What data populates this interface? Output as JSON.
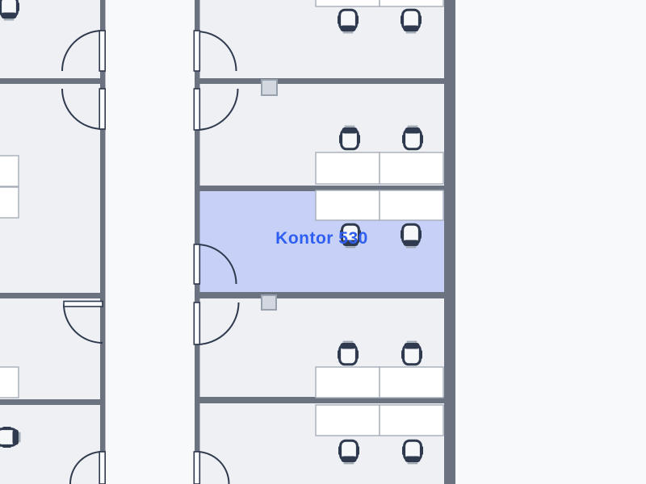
{
  "floorplan": {
    "type": "office-floor-plan",
    "selected_room": {
      "label": "Kontor 530",
      "highlighted": true
    },
    "colors": {
      "wall": "#6b7280",
      "room_floor": "#eef0f4",
      "corridor": "#f8f9fb",
      "selected_room_fill": "#c7d1f7",
      "selected_room_label": "#2f5ef2",
      "furniture_dark": "#2f3a4e",
      "desk_fill": "#ffffff",
      "desk_border": "#a6adb9",
      "door_leaf": "#fbfcfd",
      "marker_fill": "#d3d7df",
      "marker_border": "#98a1ae",
      "chair_seat": "#f5f7f9",
      "chair_shadow": "#9aa3ae"
    },
    "counts": {
      "desks_visible": 13,
      "chairs_visible": 12,
      "doors_visible": 9,
      "wall_markers": 2
    }
  }
}
